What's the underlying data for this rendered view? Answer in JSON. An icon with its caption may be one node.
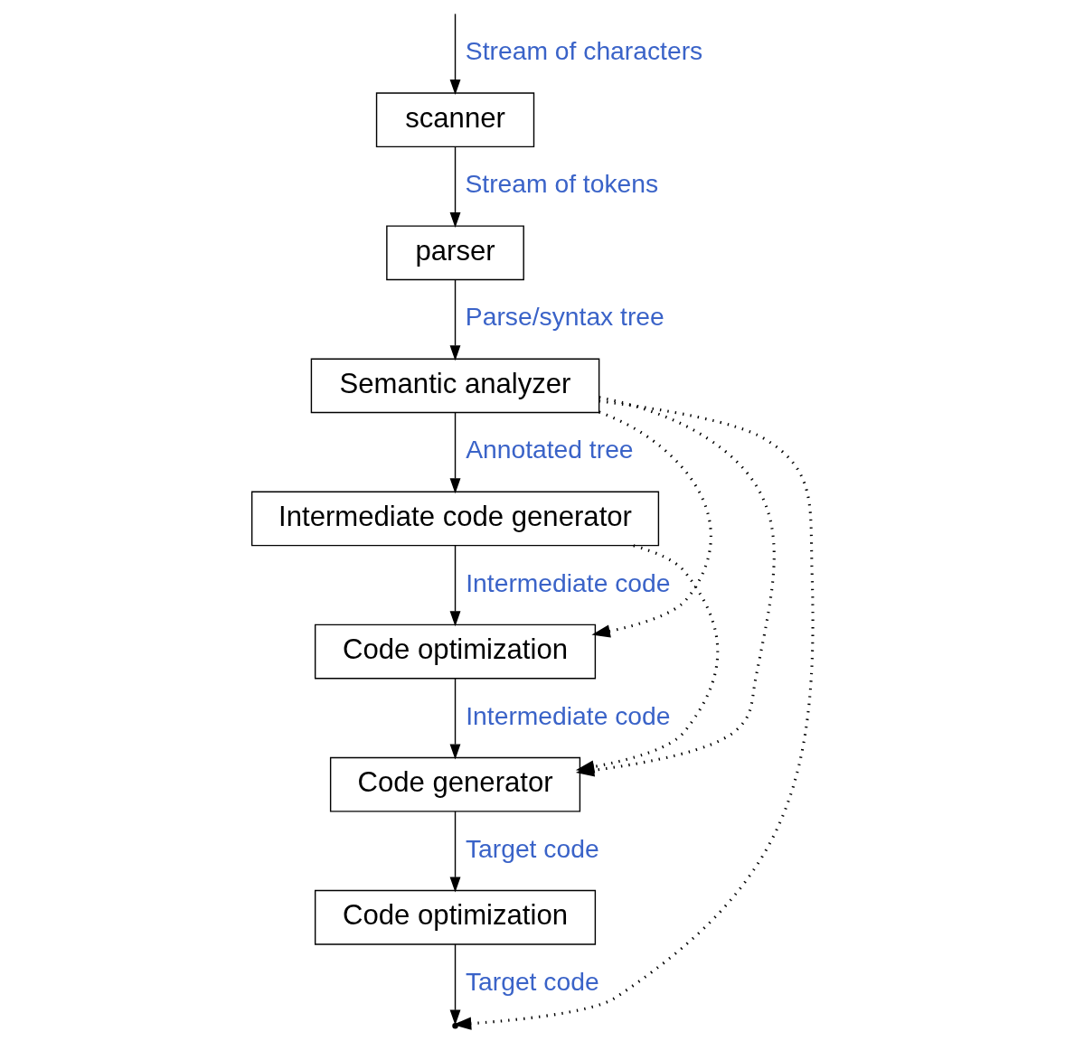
{
  "diagram": {
    "nodes": [
      {
        "text": [
          "scanner"
        ]
      },
      {
        "text": [
          "parser"
        ]
      },
      {
        "text": [
          "Semantic analyzer"
        ]
      },
      {
        "text": [
          "Intermediate code generator"
        ]
      },
      {
        "text": [
          "Code optimization"
        ]
      },
      {
        "text": [
          "Code generator"
        ]
      },
      {
        "text": [
          "Code optimization"
        ]
      }
    ],
    "edges": [
      {
        "from": null,
        "to": 0,
        "arrow": "to",
        "label": "Stream of characters"
      },
      {
        "from": 0,
        "to": 1,
        "arrow": "to",
        "label": "Stream of tokens"
      },
      {
        "from": 1,
        "to": 2,
        "arrow": "to",
        "label": "Parse/syntax tree"
      },
      {
        "from": 2,
        "to": 3,
        "arrow": "to",
        "label": "Annotated tree"
      },
      {
        "from": 3,
        "to": 4,
        "arrow": "to",
        "label": "Intermediate code"
      },
      {
        "from": 4,
        "to": 5,
        "arrow": "to",
        "label": "Intermediate code"
      },
      {
        "from": 5,
        "to": 6,
        "arrow": "to",
        "label": "Target code"
      },
      {
        "from": 6,
        "to": null,
        "arrow": "to",
        "label": "Target code"
      },
      {
        "from": 2,
        "to": 4,
        "arrow": "to",
        "style": "dashed"
      },
      {
        "from": 2,
        "to": 5,
        "arrow": "to",
        "style": "dashed"
      },
      {
        "from": 3,
        "to": 5,
        "arrow": "to",
        "style": "dashed"
      },
      {
        "from": 2,
        "to": null,
        "arrow": "to",
        "style": "dashed"
      }
    ]
  }
}
